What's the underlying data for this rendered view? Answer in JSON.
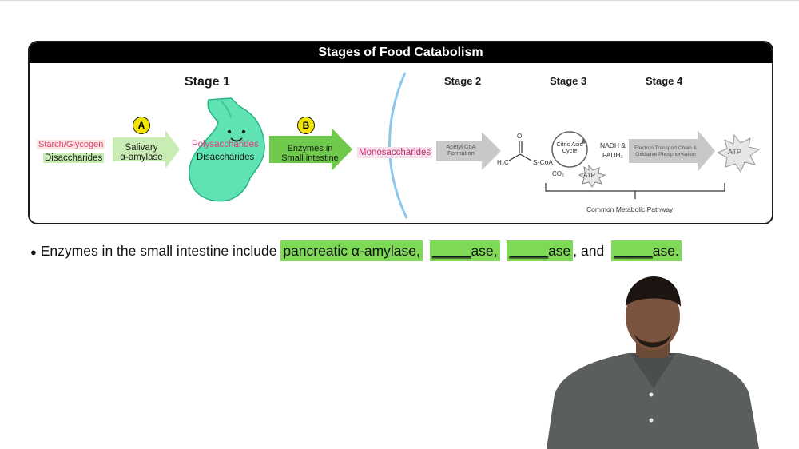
{
  "diagram": {
    "title": "Stages of Food Catabolism",
    "stage1": "Stage 1",
    "stage2": "Stage 2",
    "stage3": "Stage 3",
    "stage4": "Stage 4",
    "badge_a": "A",
    "badge_b": "B",
    "starch": "Starch/Glycogen",
    "disaccharides_left": "Disaccharides",
    "salivary_1": "Salivary",
    "salivary_2": "α-amylase",
    "polysaccharides": "Polysaccharides",
    "disaccharides_stomach": "Disaccharides",
    "enzymes_1": "Enzymes in",
    "enzymes_2": "Small intestine",
    "monosaccharides": "Monosaccharides",
    "acetyl_1": "Acetyl CoA",
    "acetyl_2": "Formation",
    "scoa": "S-CoA",
    "h3c": "H₃C",
    "o": "O",
    "citric_1": "Citric Acid",
    "citric_2": "Cycle",
    "co2": "CO₂",
    "atp_small": "ATP",
    "nadh": "NADH &",
    "fadh": "FADH₂",
    "etc_1": "Electron Transport Chain &",
    "etc_2": "Oxidative Phosphorylation",
    "atp_big": "ATP",
    "common": "Common Metabolic Pathway",
    "colors": {
      "pink": "#e0407e",
      "green_arrow": "#6fc94a",
      "light_green": "#c9ecb4",
      "stomach": "#5fe3b3",
      "arc": "#8cc8ec"
    }
  },
  "bullet": {
    "bullet_char": "●",
    "lead": "Enzymes in the small intestine include",
    "item1": "pancreatic α-amylase,",
    "item2_blank": "_____",
    "item2_suffix": "ase,",
    "item3_blank": "_____",
    "item3_suffix": "ase",
    "and_text": ", and",
    "item4_blank": "_____",
    "item4_suffix": "ase."
  }
}
